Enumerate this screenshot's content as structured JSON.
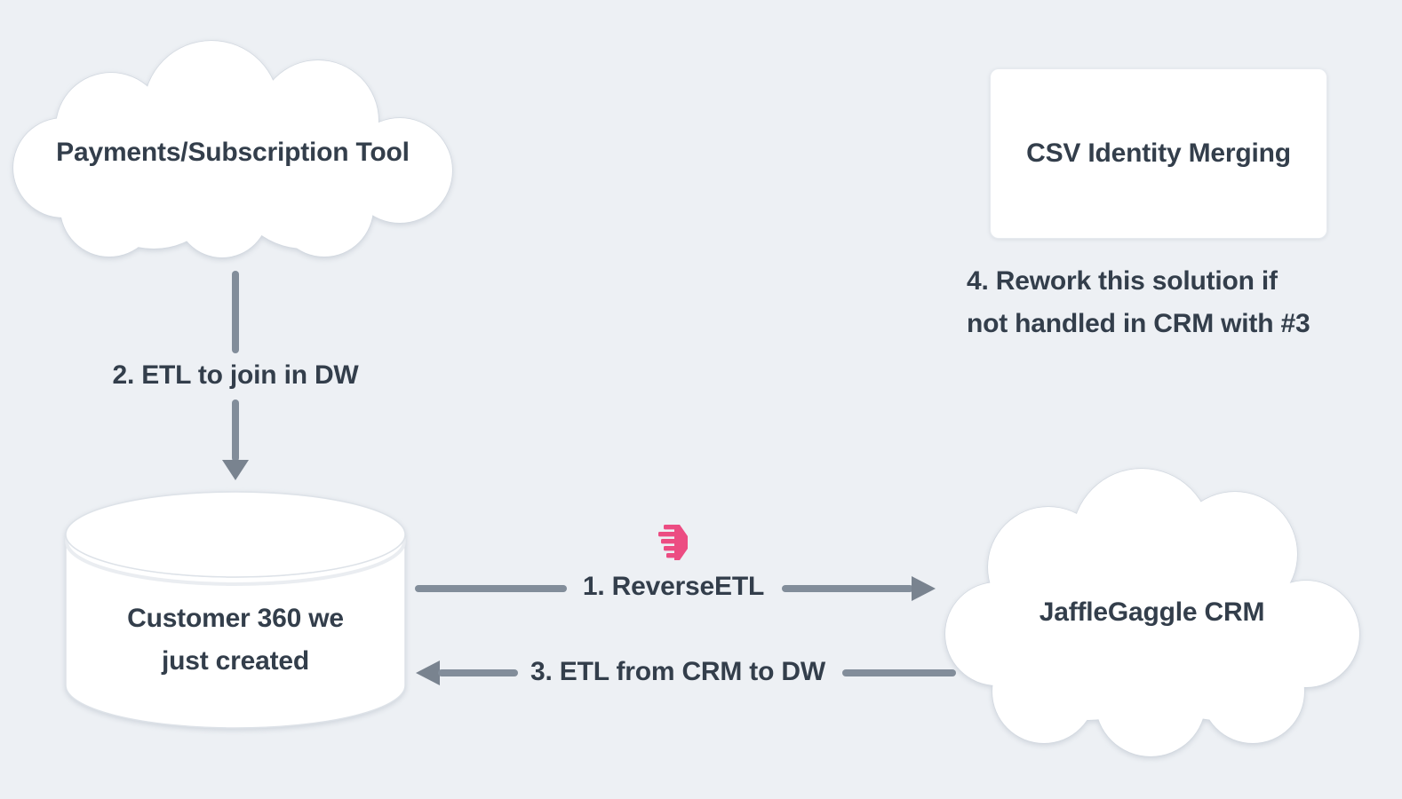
{
  "palette": {
    "background": "#edf0f4",
    "node_fill": "#ffffff",
    "arrow": "#828d9a",
    "arrowhead": "#79838f",
    "text": "#333e4b",
    "accent_pink": "#ec4c82"
  },
  "nodes": {
    "payments_cloud": {
      "shape": "cloud",
      "label": "Payments/Subscription Tool"
    },
    "csv_box": {
      "shape": "rounded-rect",
      "label": "CSV Identity Merging"
    },
    "warehouse_cylinder": {
      "shape": "cylinder",
      "label": "Customer 360 we just created",
      "label_line1": "Customer 360 we",
      "label_line2": "just created"
    },
    "crm_cloud": {
      "shape": "cloud",
      "label": "JaffleGaggle CRM"
    }
  },
  "edges": {
    "reverse_etl": {
      "label": "1. ReverseETL",
      "direction": "right",
      "icon": "hightouch-logo-icon"
    },
    "etl_join_dw": {
      "label": "2. ETL to join in DW",
      "direction": "down"
    },
    "etl_from_crm": {
      "label": "3. ETL from CRM to DW",
      "direction": "left"
    }
  },
  "notes": {
    "rework": {
      "text": "4. Rework this solution if not handled in CRM with #3",
      "line1": "4. Rework this solution if",
      "line2": "not handled in CRM with #3"
    }
  }
}
